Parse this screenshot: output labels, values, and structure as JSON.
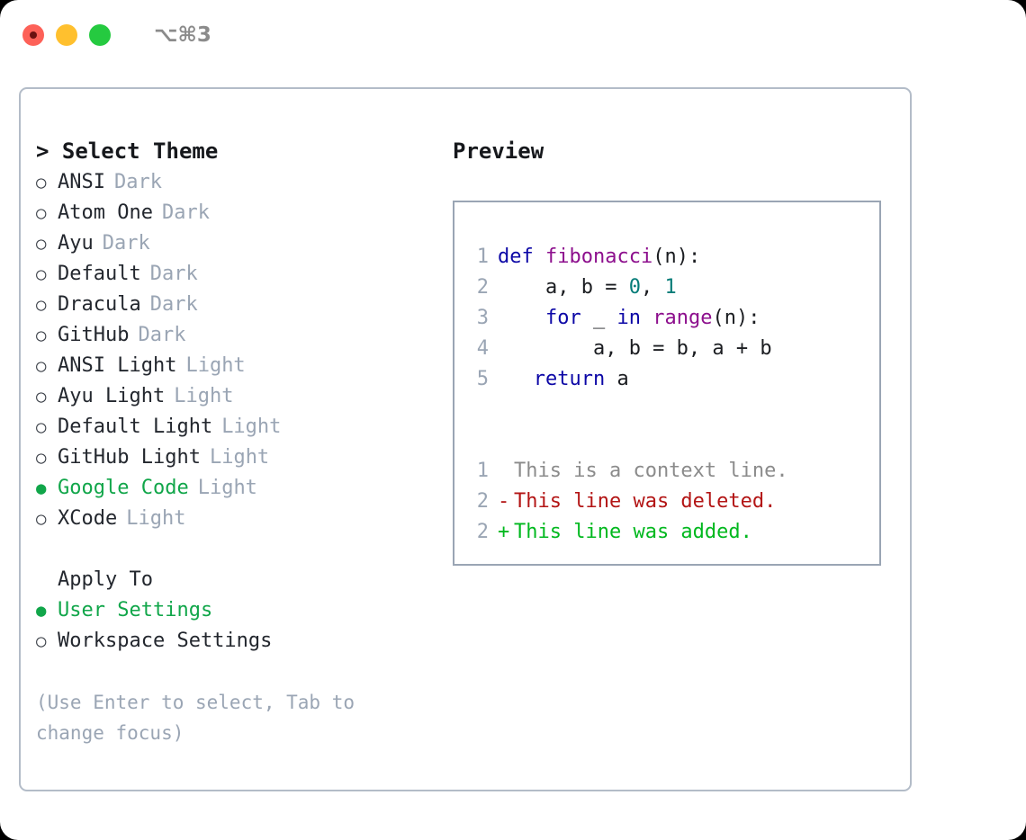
{
  "titlebar": {
    "shortcut": "⌥⌘3",
    "lights": [
      {
        "name": "close",
        "color": "#fd6158"
      },
      {
        "name": "minimize",
        "color": "#ffc02e"
      },
      {
        "name": "maximize",
        "color": "#25ca40"
      }
    ]
  },
  "theme_list": {
    "header": "> Select Theme",
    "bullet_unselected": "○",
    "bullet_selected": "●",
    "items": [
      {
        "label": "ANSI",
        "variant": "Dark",
        "selected": false
      },
      {
        "label": "Atom One",
        "variant": "Dark",
        "selected": false
      },
      {
        "label": "Ayu",
        "variant": "Dark",
        "selected": false
      },
      {
        "label": "Default",
        "variant": "Dark",
        "selected": false
      },
      {
        "label": "Dracula",
        "variant": "Dark",
        "selected": false
      },
      {
        "label": "GitHub",
        "variant": "Dark",
        "selected": false
      },
      {
        "label": "ANSI Light",
        "variant": "Light",
        "selected": false
      },
      {
        "label": "Ayu Light",
        "variant": "Light",
        "selected": false
      },
      {
        "label": "Default Light",
        "variant": "Light",
        "selected": false
      },
      {
        "label": "GitHub Light",
        "variant": "Light",
        "selected": false
      },
      {
        "label": "Google Code",
        "variant": "Light",
        "selected": true
      },
      {
        "label": "XCode",
        "variant": "Light",
        "selected": false
      }
    ]
  },
  "apply_to": {
    "label": "Apply To",
    "items": [
      {
        "label": "User Settings",
        "selected": true
      },
      {
        "label": "Workspace Settings",
        "selected": false
      }
    ]
  },
  "hint": "(Use Enter to select, Tab to change focus)",
  "preview": {
    "title": "Preview",
    "code_lines": [
      {
        "lineno": "1",
        "tokens": [
          {
            "text": "def ",
            "kind": "kw"
          },
          {
            "text": "fibonacci",
            "kind": "fn"
          },
          {
            "text": "(n):",
            "kind": "plain"
          }
        ]
      },
      {
        "lineno": "2",
        "tokens": [
          {
            "text": "    a, b = ",
            "kind": "plain"
          },
          {
            "text": "0",
            "kind": "num"
          },
          {
            "text": ", ",
            "kind": "plain"
          },
          {
            "text": "1",
            "kind": "num"
          }
        ]
      },
      {
        "lineno": "3",
        "tokens": [
          {
            "text": "    ",
            "kind": "plain"
          },
          {
            "text": "for",
            "kind": "kw"
          },
          {
            "text": " _ ",
            "kind": "plain"
          },
          {
            "text": "in",
            "kind": "kw"
          },
          {
            "text": " ",
            "kind": "plain"
          },
          {
            "text": "range",
            "kind": "fn"
          },
          {
            "text": "(n):",
            "kind": "plain"
          }
        ]
      },
      {
        "lineno": "4",
        "tokens": [
          {
            "text": "        a, b = b, a + b",
            "kind": "plain"
          }
        ]
      },
      {
        "lineno": "5",
        "tokens": [
          {
            "text": "   ",
            "kind": "plain"
          },
          {
            "text": "return",
            "kind": "kw"
          },
          {
            "text": " a",
            "kind": "plain"
          }
        ]
      }
    ],
    "diff_lines": [
      {
        "lineno": "1",
        "marker": " ",
        "text": "This is a context line.",
        "kind": "context"
      },
      {
        "lineno": "2",
        "marker": "-",
        "text": "This line was deleted.",
        "kind": "del"
      },
      {
        "lineno": "2",
        "marker": "+",
        "text": "This line was added.",
        "kind": "add"
      }
    ]
  },
  "colors": {
    "keyword": "#0c07a6",
    "function": "#8d0f8d",
    "number": "#057c78",
    "plain": "#1b1d21",
    "lineno": "#9aa5b4",
    "diff_context": "#8b8b8b",
    "diff_deleted": "#b31515",
    "diff_added": "#00b81e",
    "selected_green": "#11a64a",
    "muted": "#9aa5b4",
    "panel_border": "#b3bcc8",
    "preview_border": "#9aa5b4"
  }
}
